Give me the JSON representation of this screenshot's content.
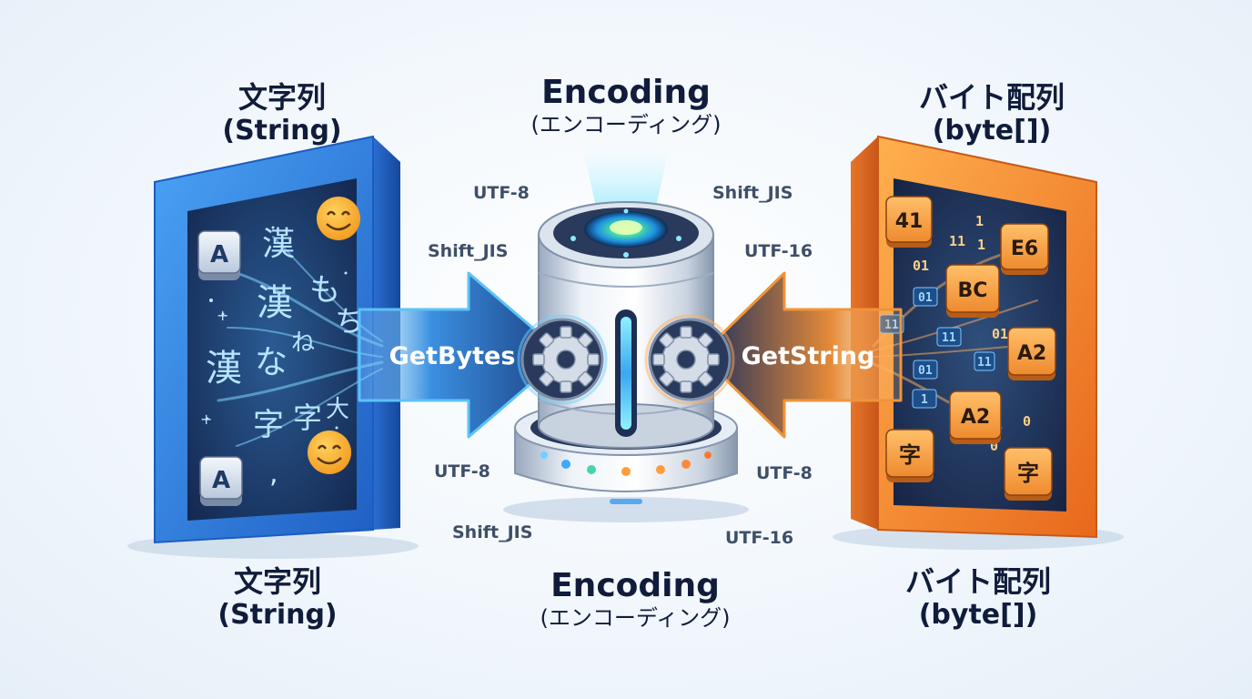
{
  "left": {
    "title_top": "文字列",
    "subtitle_top": "(String)",
    "title_bottom": "文字列",
    "subtitle_bottom": "(String)",
    "panel_chars": [
      "A",
      "漢",
      "漢",
      "も",
      "ち",
      "漢",
      "な",
      "ね",
      "字",
      "字",
      "大",
      "A"
    ]
  },
  "center": {
    "title_top": "Encoding",
    "subtitle_top": "(エンコーディング)",
    "title_bottom": "Encoding",
    "subtitle_bottom": "(エンコーディング)",
    "tags": [
      "UTF-8",
      "Shift_JIS",
      "Shift_JIS",
      "UTF-16",
      "UTF-8",
      "UTF-8",
      "Shift_JIS",
      "UTF-16"
    ]
  },
  "right": {
    "title_top": "バイト配列",
    "subtitle_top": "(byte[])",
    "title_bottom": "バイト配列",
    "subtitle_bottom": "(byte[])",
    "tiles": [
      "41",
      "E6",
      "BC",
      "A2",
      "A2",
      "字",
      "字"
    ],
    "bits": [
      "1",
      "11",
      "1",
      "01",
      "01",
      "11",
      "1",
      "11",
      "01",
      "11",
      "01",
      "0",
      "0"
    ]
  },
  "arrows": {
    "left_label": "GetBytes",
    "right_label": "GetString"
  },
  "colors": {
    "left_panel": "#2f7fe0",
    "right_panel": "#f08a2c",
    "arrow_left": "#37a6ec",
    "arrow_right": "#f39a3a",
    "screen_dark": "#14244a"
  }
}
